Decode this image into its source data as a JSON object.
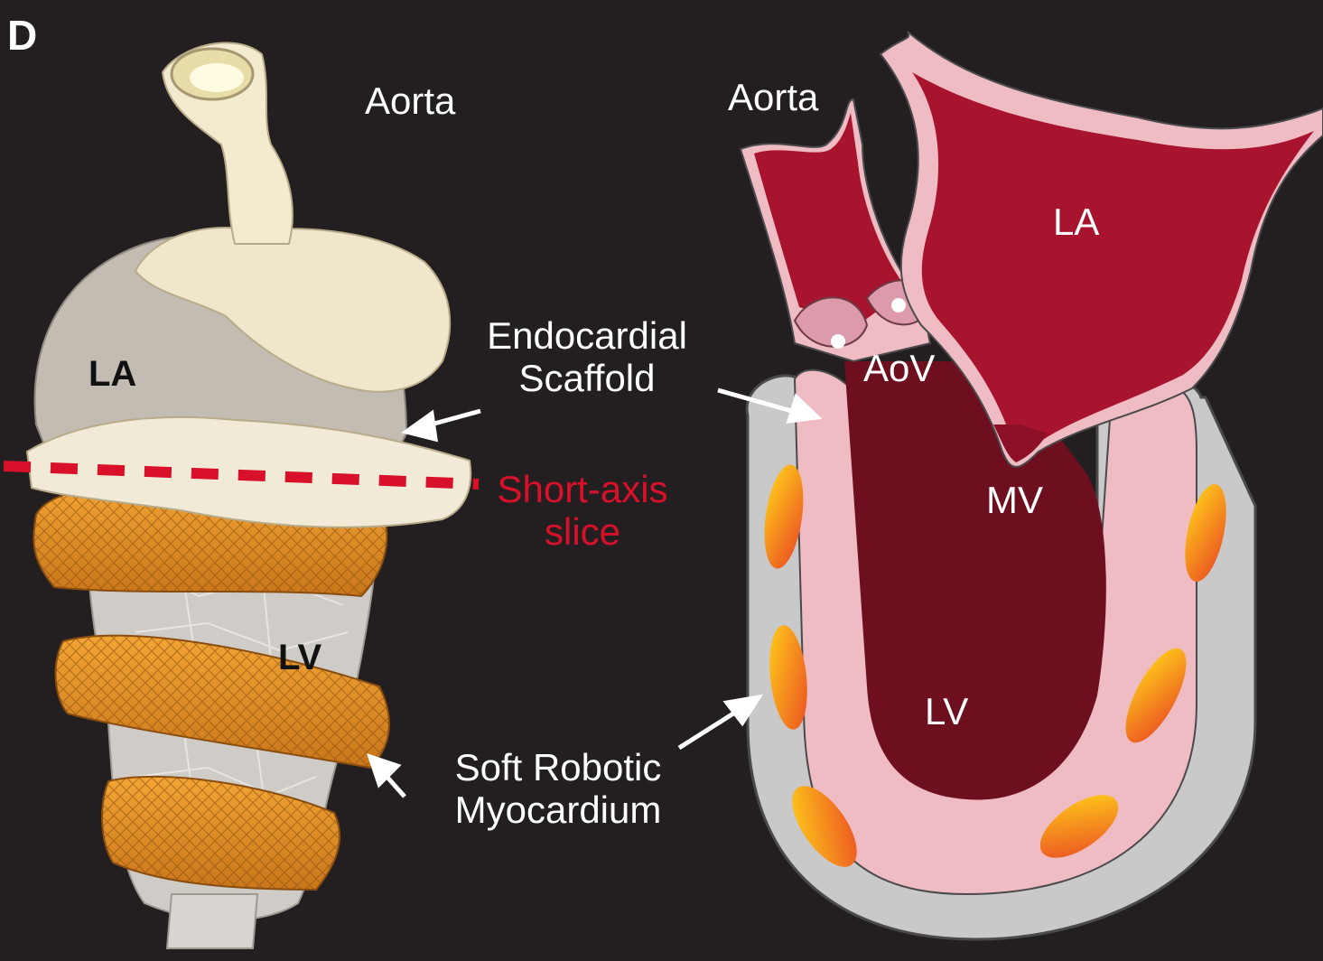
{
  "panel_letter": "D",
  "photo": {
    "aorta_label": "Aorta",
    "la_label": "LA",
    "lv_label": "LV",
    "scaffold_label_line1": "Endocardial",
    "scaffold_label_line2": "Scaffold",
    "slice_label_line1": "Short-axis",
    "slice_label_line2": "slice",
    "myocardium_label_line1": "Soft Robotic",
    "myocardium_label_line2": "Myocardium"
  },
  "schematic": {
    "aorta_label": "Aorta",
    "la_label": "LA",
    "aov_label": "AoV",
    "mv_label": "MV",
    "lv_label": "LV"
  },
  "colors": {
    "background": "#231f20",
    "label_text": "#ffffff",
    "slice_line": "#d8102a",
    "tissue_white": "#ece2c6",
    "tissue_grey": "#c2bcb2",
    "sleeve_orange": "#e1901f",
    "chamber_red": "#a8132e",
    "lv_cavity": "#6e0f1f",
    "endocardium_pink": "#efbcc4",
    "myocardium_grey": "#c9c9c9",
    "actuator_yellow": "#ffd21a"
  }
}
